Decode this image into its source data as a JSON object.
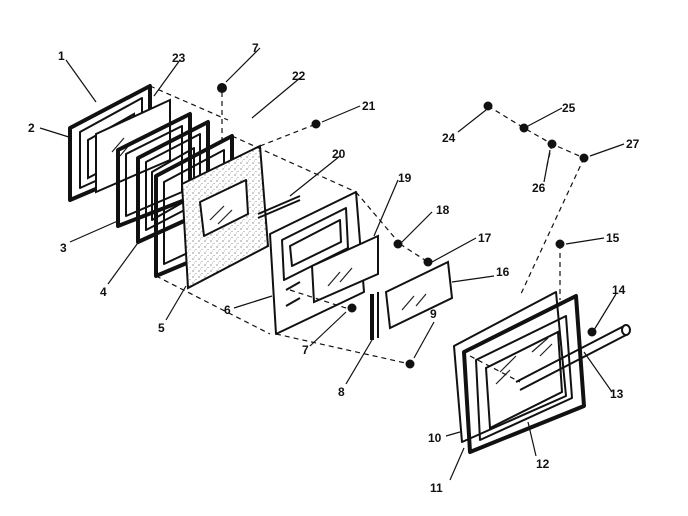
{
  "callouts": [
    "1",
    "2",
    "3",
    "4",
    "5",
    "6",
    "7",
    "7",
    "8",
    "9",
    "10",
    "11",
    "12",
    "13",
    "14",
    "15",
    "16",
    "17",
    "18",
    "19",
    "20",
    "21",
    "22",
    "23",
    "24",
    "25",
    "26",
    "27"
  ]
}
